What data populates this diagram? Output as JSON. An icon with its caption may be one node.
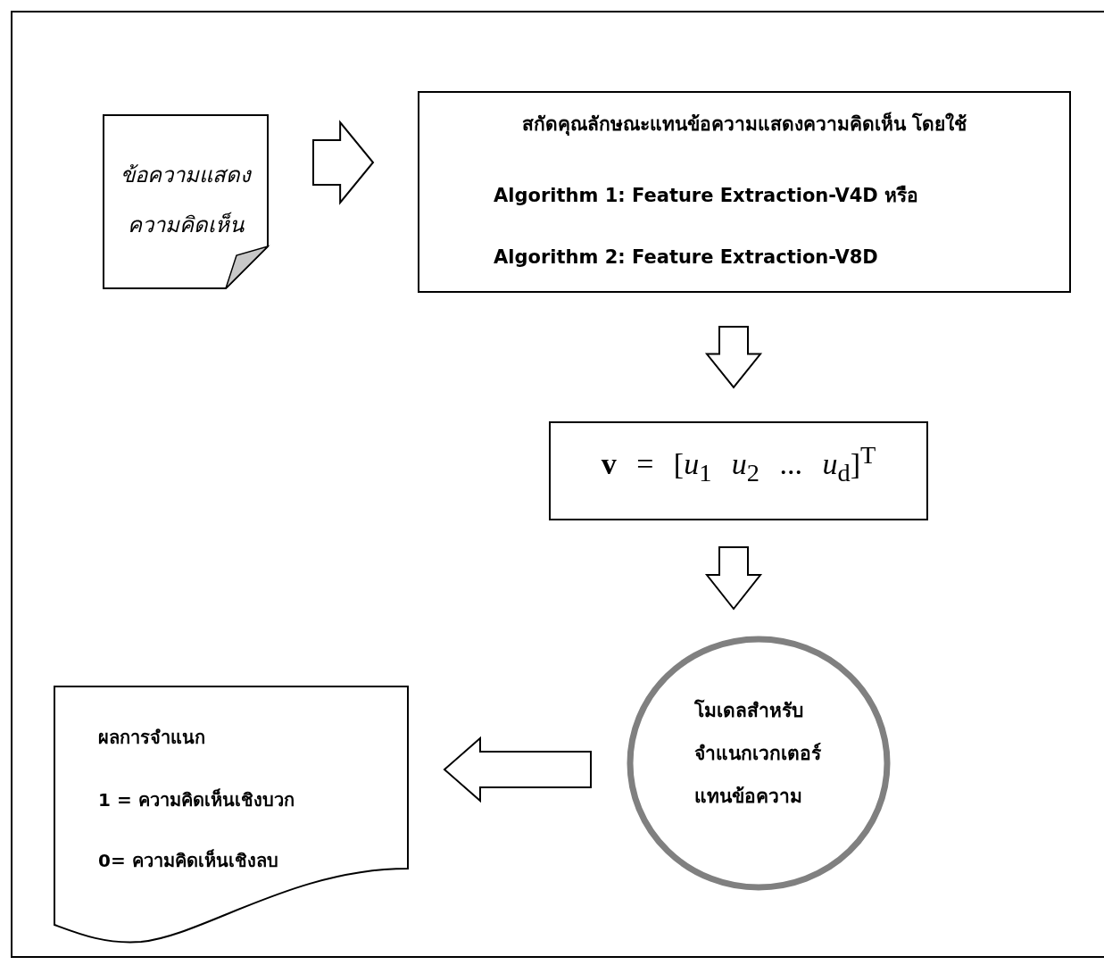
{
  "diagram": {
    "nodes": [
      {
        "text": [
          "ข้อความแสดงความคิดเห็น"
        ]
      },
      {
        "text": [
          "สกัดคุณลักษณะแทนข้อความแสดงความคิดเห็น โดยใช้",
          "Algorithm 1: Feature Extraction-V4D หรือ",
          "Algorithm 2: Feature Extraction-V8D"
        ]
      },
      {
        "text": [
          "**v** = [*u*$_{1}$ *u*$_{2}$ ... *u*$_{d}$]$^{T}$"
        ]
      },
      {
        "text": [
          "โมเดลสำหรับจำแนกเวกเตอร์แทนข้อความ"
        ]
      },
      {
        "text": [
          "ผลการจำแนก",
          "1 = ความคิดเห็นเชิงบวก",
          "0= ความคิดเห็นเชิงลบ"
        ]
      }
    ],
    "edges": [
      {
        "from": 0,
        "to": 1,
        "arrow": "to"
      },
      {
        "from": 1,
        "to": 2,
        "arrow": "to"
      },
      {
        "from": 2,
        "to": 3,
        "arrow": "to"
      },
      {
        "from": 3,
        "to": 4,
        "arrow": "to"
      }
    ]
  }
}
